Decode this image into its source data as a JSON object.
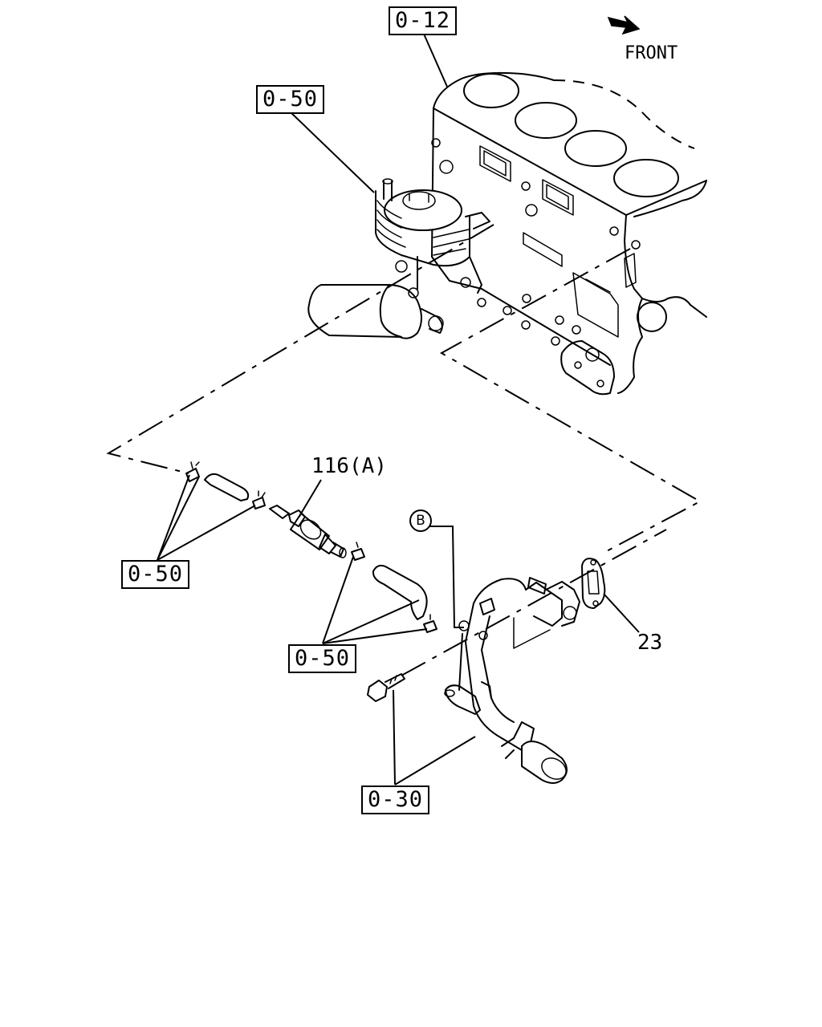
{
  "diagram": {
    "front_label": "FRONT",
    "refs": {
      "cylinder_block": "0-12",
      "oil_cooler": "0-50",
      "hose_clamps_left": "0-50",
      "hose_clamps_right": "0-50",
      "pipe_bolt": "0-30"
    },
    "parts": {
      "fuel_filter": "116(A)",
      "gasket": "23"
    },
    "callout_b": "B"
  }
}
